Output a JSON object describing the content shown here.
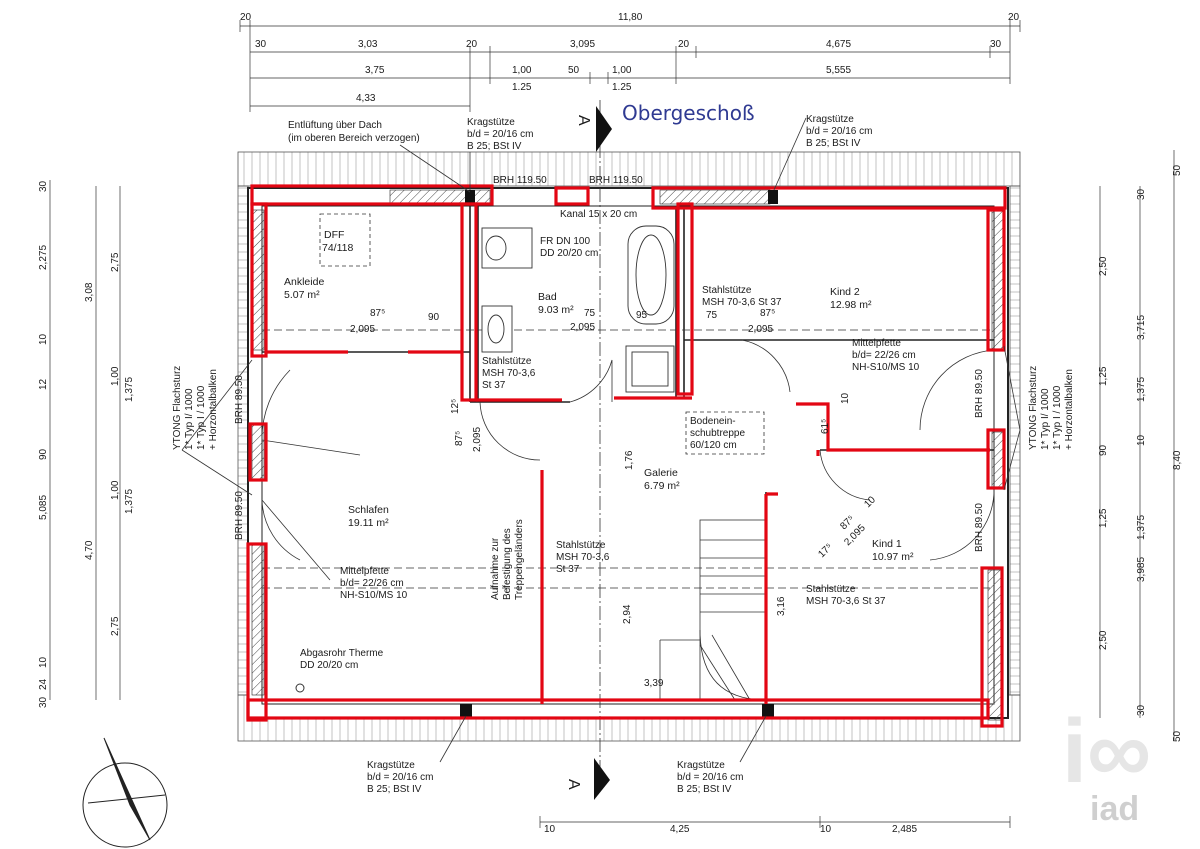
{
  "title": "Obergeschoß",
  "dimensions": {
    "top_row1": [
      "20",
      "11,80",
      "20"
    ],
    "top_row2": [
      "30",
      "3,03",
      "20",
      "3,095",
      "20",
      "4,675",
      "30"
    ],
    "top_row3": [
      "3,75",
      "1,00",
      "50",
      "1,00",
      "5,555"
    ],
    "top_row3b": [
      "1.25",
      "1.25"
    ],
    "top_row4": [
      "4,33"
    ],
    "left_outer": [
      "30",
      "2,275",
      "10",
      "12",
      "90",
      "5,085",
      "4,70",
      "30",
      "24",
      "10"
    ],
    "left_inner": [
      "3,08",
      "2,75",
      "1,00",
      "1,375",
      "1,00",
      "1,375",
      "2,75"
    ],
    "right_inner": [
      "30",
      "2,50",
      "1,25",
      "1,375",
      "90",
      "1,25",
      "1,375",
      "2,50",
      "30"
    ],
    "right_outer": [
      "50",
      "3,715",
      "10",
      "8,40",
      "3,985",
      "50"
    ],
    "bottom": [
      "10",
      "4,25",
      "10",
      "2,485"
    ]
  },
  "rooms": [
    {
      "name": "Ankleide",
      "area": "5.07 m²"
    },
    {
      "name": "Bad",
      "area": "9.03 m²"
    },
    {
      "name": "Kind 2",
      "area": "12.98 m²"
    },
    {
      "name": "Schlafen",
      "area": "19.11 m²"
    },
    {
      "name": "Galerie",
      "area": "6.79 m²"
    },
    {
      "name": "Kind 1",
      "area": "10.97 m²"
    }
  ],
  "notes": {
    "entlueftung": [
      "Entlüftung über Dach",
      "(im oberen Bereich verzogen)"
    ],
    "kragstuetze": [
      "Kragstütze",
      "b/d = 20/16 cm",
      "B 25; BSt IV"
    ],
    "brh_top_left": "BRH 119.50",
    "brh_top_right": "BRH 119.50",
    "kanal": "Kanal 15 x 20 cm",
    "dff": [
      "DFF",
      "74/118"
    ],
    "fr_dn": [
      "FR DN 100",
      "DD 20/20 cm"
    ],
    "stahlstuetze_bad": [
      "Stahlstütze",
      "MSH 70-3,6",
      "St 37"
    ],
    "stahlstuetze_kind2": [
      "Stahlstütze",
      "MSH 70-3,6 St 37"
    ],
    "mittelpfette_r": [
      "Mittelpfette",
      "b/d= 22/26 cm",
      "NH-S10/MS 10"
    ],
    "mittelpfette_l": [
      "Mittelpfette",
      "b/d= 22/26 cm",
      "NH-S10/MS 10"
    ],
    "bodeneinschub": [
      "Bodenein-",
      "schubtreppe",
      "60/120 cm"
    ],
    "stahlstuetze_mid": [
      "Stahlstütze",
      "MSH 70-3,6",
      "St 37"
    ],
    "stahlstuetze_kind1": [
      "Stahlstütze",
      "MSH 70-3,6 St 37"
    ],
    "treppe": [
      "Aufnahme zur",
      "Befestigung des",
      "Treppengeländers"
    ],
    "abgasrohr": [
      "Abgasrohr Therme",
      "DD 20/20 cm"
    ],
    "ytong": [
      "YTONG Flachsturz",
      "1* Typ I/ 1000",
      "1* Typ I / 1000",
      "+ Horzontalbalken"
    ],
    "brh_side": "BRH 89.50",
    "section_mark": "A"
  },
  "inner_dims": {
    "ankleide": [
      "87⁵",
      "90",
      "2,095"
    ],
    "bad": [
      "75",
      "2,095",
      "95"
    ],
    "kind2": [
      "75",
      "87⁵",
      "2,095"
    ],
    "galerie": [
      "12⁵",
      "87⁵",
      "2,095",
      "1,76",
      "61⁵",
      "10"
    ],
    "kind1": [
      "17⁵",
      "87⁵",
      "2,095",
      "10"
    ],
    "stair": [
      "2,94",
      "3,39",
      "3,16"
    ]
  },
  "watermark": "iad",
  "colors": {
    "markup": "#e30613",
    "title": "#2f3a92",
    "lines": "#222222"
  }
}
